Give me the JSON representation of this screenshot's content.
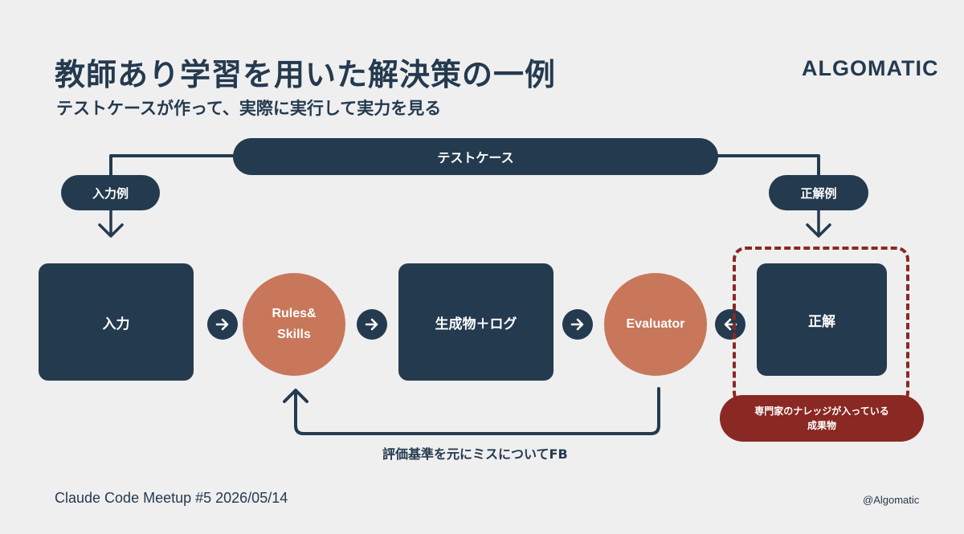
{
  "header": {
    "title": "教師あり学習を用いた解決策の一例",
    "subtitle": "テストケースが作って、実際に実行して実力を見る",
    "logo": "ALGOMATIC"
  },
  "diagram": {
    "test_case_label": "テストケース",
    "input_example_label": "入力例",
    "answer_example_label": "正解例",
    "nodes": {
      "input": "入力",
      "rules_line1": "Rules&",
      "rules_line2": "Skills",
      "output_log": "生成物＋ログ",
      "evaluator": "Evaluator",
      "answer": "正解"
    },
    "expert_note_line1": "専門家のナレッジが入っている",
    "expert_note_line2": "成果物",
    "feedback_label": "評価基準を元にミスについてFB"
  },
  "footer": {
    "event": "Claude Code Meetup #5 2026/05/14",
    "handle": "@Algomatic"
  },
  "colors": {
    "navy": "#243a4f",
    "terracotta": "#c8775a",
    "crimson": "#8a2823",
    "background": "#efefef"
  }
}
